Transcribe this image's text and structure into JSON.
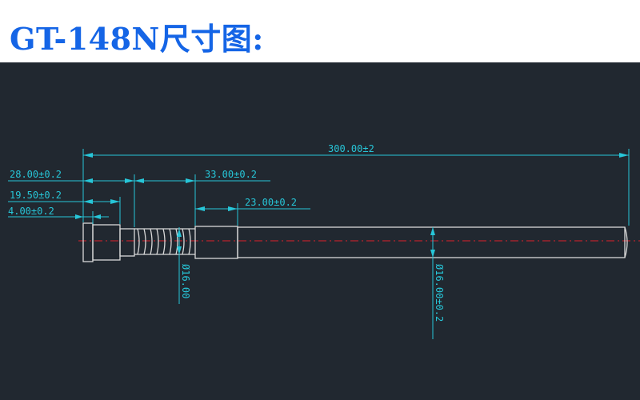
{
  "header": {
    "title": "GT-148N尺寸图:"
  },
  "dimensions": {
    "overall_length": "300.00±2",
    "d28": "28.00±0.2",
    "d19": "19.50±0.2",
    "d4": "4.00±0.2",
    "d33": "33.00±0.2",
    "d23": "23.00±0.2",
    "dia_spring": "Ø16.00",
    "dia_rod": "Ø16.00±0.2"
  },
  "colors": {
    "title": "#1565e6",
    "canvas_bg": "#212830",
    "dimension_line": "#27c6d8",
    "part_outline": "#d9d9d9",
    "centerline": "#e0202a"
  }
}
